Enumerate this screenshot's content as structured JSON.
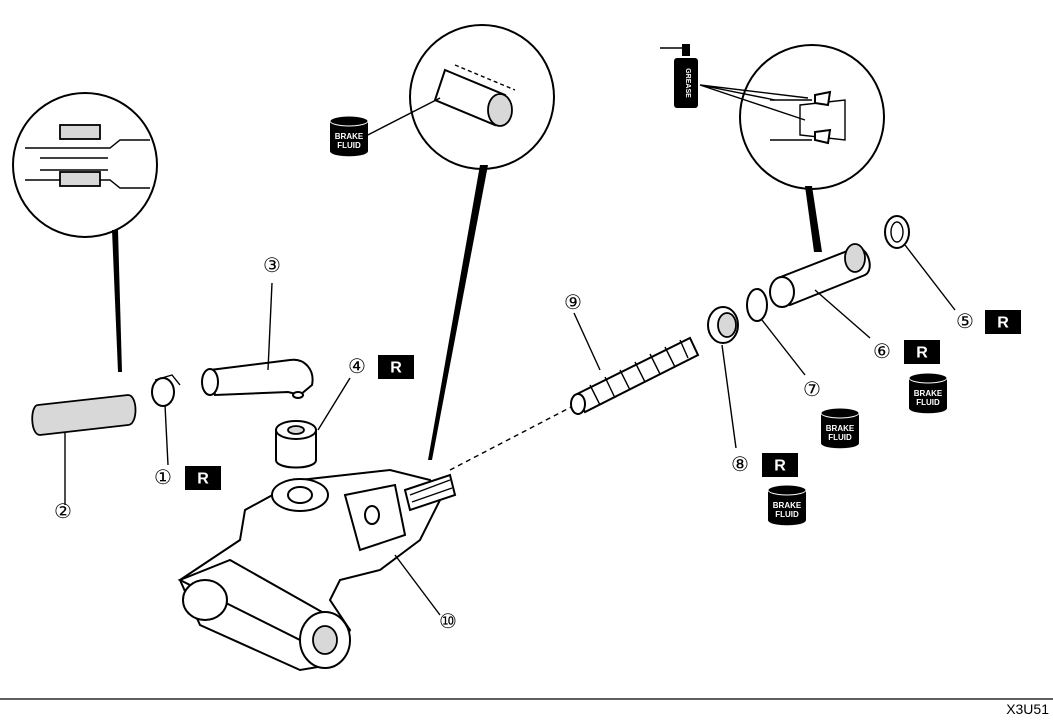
{
  "callouts": [
    {
      "number": "①",
      "replace": true
    },
    {
      "number": "②",
      "replace": false
    },
    {
      "number": "③",
      "replace": false
    },
    {
      "number": "④",
      "replace": true
    },
    {
      "number": "⑤",
      "replace": true
    },
    {
      "number": "⑥",
      "replace": true
    },
    {
      "number": "⑦",
      "replace": false
    },
    {
      "number": "⑧",
      "replace": true
    },
    {
      "number": "⑨",
      "replace": false
    },
    {
      "number": "⑩",
      "replace": false
    }
  ],
  "replace_marker": "R",
  "brake_fluid_label": {
    "line1": "BRAKE",
    "line2": "FLUID"
  },
  "grease_label": "GREASE",
  "figure_code": "X3U51",
  "colors": {
    "ink": "#000000",
    "paper": "#ffffff"
  }
}
